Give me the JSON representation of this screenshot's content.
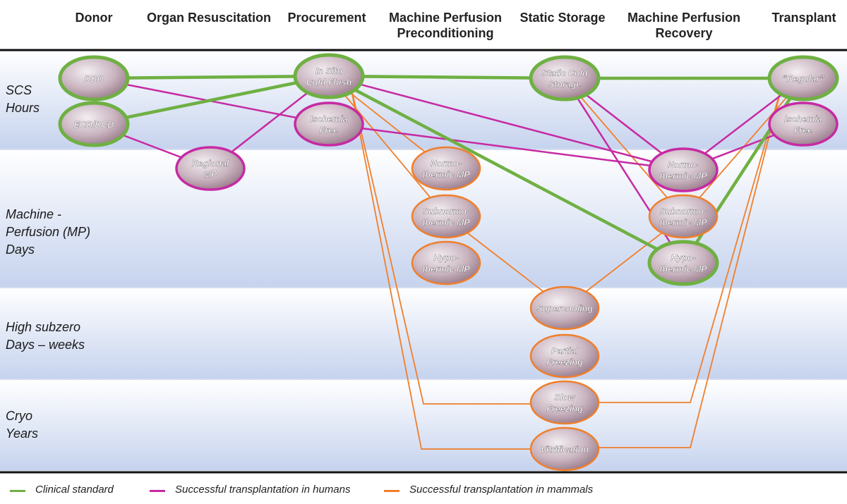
{
  "columns": [
    "Donor",
    "Organ Resuscitation",
    "Procurement",
    "Machine Perfusion\nPreconditioning",
    "Static Storage",
    "Machine Perfusion\nRecovery",
    "Transplant"
  ],
  "rows": [
    "SCS\nHours",
    "Machine -\nPerfusion (MP)\nDays",
    "High subzero\nDays – weeks",
    "Cryo\nYears"
  ],
  "colors": {
    "clinical": "#6fb043",
    "human": "#c62aa3",
    "mammal": "#f07f2b",
    "band_light": "#ffffff",
    "band_blue": "#b9c9ea"
  },
  "nodes": [
    {
      "id": "dbd",
      "label": "DBD",
      "ring": "clinical"
    },
    {
      "id": "ecd",
      "label": "ECD/DCD",
      "ring": "clinical"
    },
    {
      "id": "regional",
      "label": "Regional\nMP",
      "ring": "human"
    },
    {
      "id": "insitu",
      "label": "In Situ\nCold Flush",
      "ring": "clinical"
    },
    {
      "id": "ischemia1",
      "label": "Ischemia\nFree",
      "ring": "human"
    },
    {
      "id": "normo1",
      "label": "Normo-\nthermic MP",
      "ring": "mammal"
    },
    {
      "id": "subnormo1",
      "label": "Subnormo-\nthermic MP",
      "ring": "mammal"
    },
    {
      "id": "hypo1",
      "label": "Hypo-\nthermic MP",
      "ring": "mammal"
    },
    {
      "id": "scs",
      "label": "Static Cold\nStorage",
      "ring": "clinical"
    },
    {
      "id": "supercool",
      "label": "Supercooling",
      "ring": "mammal"
    },
    {
      "id": "partial",
      "label": "Partial\nFreezing",
      "ring": "mammal"
    },
    {
      "id": "slow",
      "label": "Slow\nFreezing",
      "ring": "mammal"
    },
    {
      "id": "vitri",
      "label": "Vitrification",
      "ring": "mammal"
    },
    {
      "id": "normo2",
      "label": "Normo-\nthermic MP",
      "ring": "human"
    },
    {
      "id": "subnormo2",
      "label": "Subnormo-\nthermic MP",
      "ring": "mammal"
    },
    {
      "id": "hypo2",
      "label": "Hypo-\nthermic MP",
      "ring": "clinical"
    },
    {
      "id": "regular",
      "label": "“Regular”",
      "ring": "clinical"
    },
    {
      "id": "ischemia2",
      "label": "Ischemia\nFree",
      "ring": "human"
    }
  ],
  "edges": [
    {
      "from": "dbd",
      "to": "insitu",
      "type": "clinical"
    },
    {
      "from": "ecd",
      "to": "insitu",
      "type": "clinical"
    },
    {
      "from": "insitu",
      "to": "scs",
      "type": "clinical"
    },
    {
      "from": "scs",
      "to": "regular",
      "type": "clinical"
    },
    {
      "from": "insitu",
      "to": "hypo2",
      "type": "clinical"
    },
    {
      "from": "hypo2",
      "to": "regular",
      "type": "clinical"
    },
    {
      "from": "dbd",
      "to": "ischemia1",
      "type": "human"
    },
    {
      "from": "ecd",
      "to": "regional",
      "type": "human"
    },
    {
      "from": "regional",
      "to": "insitu",
      "type": "human"
    },
    {
      "from": "ischemia1",
      "to": "normo2",
      "type": "human"
    },
    {
      "from": "insitu",
      "to": "normo2",
      "type": "human"
    },
    {
      "from": "scs",
      "to": "normo2",
      "type": "human"
    },
    {
      "from": "scs",
      "to": "hypo2",
      "type": "human"
    },
    {
      "from": "normo2",
      "to": "ischemia2",
      "type": "human"
    },
    {
      "from": "normo2",
      "to": "regular",
      "type": "human"
    },
    {
      "from": "insitu",
      "to": "normo1",
      "type": "mammal"
    },
    {
      "from": "insitu",
      "to": "subnormo1",
      "type": "mammal"
    },
    {
      "from": "subnormo1",
      "to": "supercool",
      "type": "mammal"
    },
    {
      "from": "supercool",
      "to": "subnormo2",
      "type": "mammal"
    },
    {
      "from": "scs",
      "to": "subnormo2",
      "type": "mammal"
    },
    {
      "from": "scs",
      "to": "hypo2",
      "type": "mammal"
    },
    {
      "from": "subnormo2",
      "to": "regular",
      "type": "mammal"
    },
    {
      "from": "insitu",
      "to": "slow",
      "type": "mammal",
      "via": "left-slow"
    },
    {
      "from": "insitu",
      "to": "vitri",
      "type": "mammal",
      "via": "left-vitri"
    },
    {
      "from": "slow",
      "to": "regular",
      "type": "mammal",
      "via": "right-slow"
    },
    {
      "from": "vitri",
      "to": "regular",
      "type": "mammal",
      "via": "right-vitri"
    }
  ],
  "legend": [
    {
      "type": "clinical",
      "label": "Clinical standard"
    },
    {
      "type": "human",
      "label": "Successful transplantation in humans"
    },
    {
      "type": "mammal",
      "label": "Successful transplantation in mammals"
    }
  ]
}
